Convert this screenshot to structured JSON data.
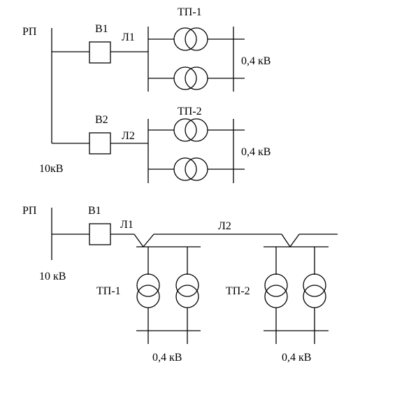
{
  "top": {
    "source": "РП",
    "voltage": "10кВ",
    "switch1": "В1",
    "switch2": "В2",
    "line1": "Л1",
    "line2": "Л2",
    "tp1": "ТП-1",
    "tp2": "ТП-2",
    "lv1": "0,4 кВ",
    "lv2": "0,4 кВ"
  },
  "bottom": {
    "source": "РП",
    "voltage": "10 кВ",
    "switch1": "В1",
    "line1": "Л1",
    "line2": "Л2",
    "tp1": "ТП-1",
    "tp2": "ТП-2",
    "lv1": "0,4 кВ",
    "lv2": "0,4 кВ"
  }
}
